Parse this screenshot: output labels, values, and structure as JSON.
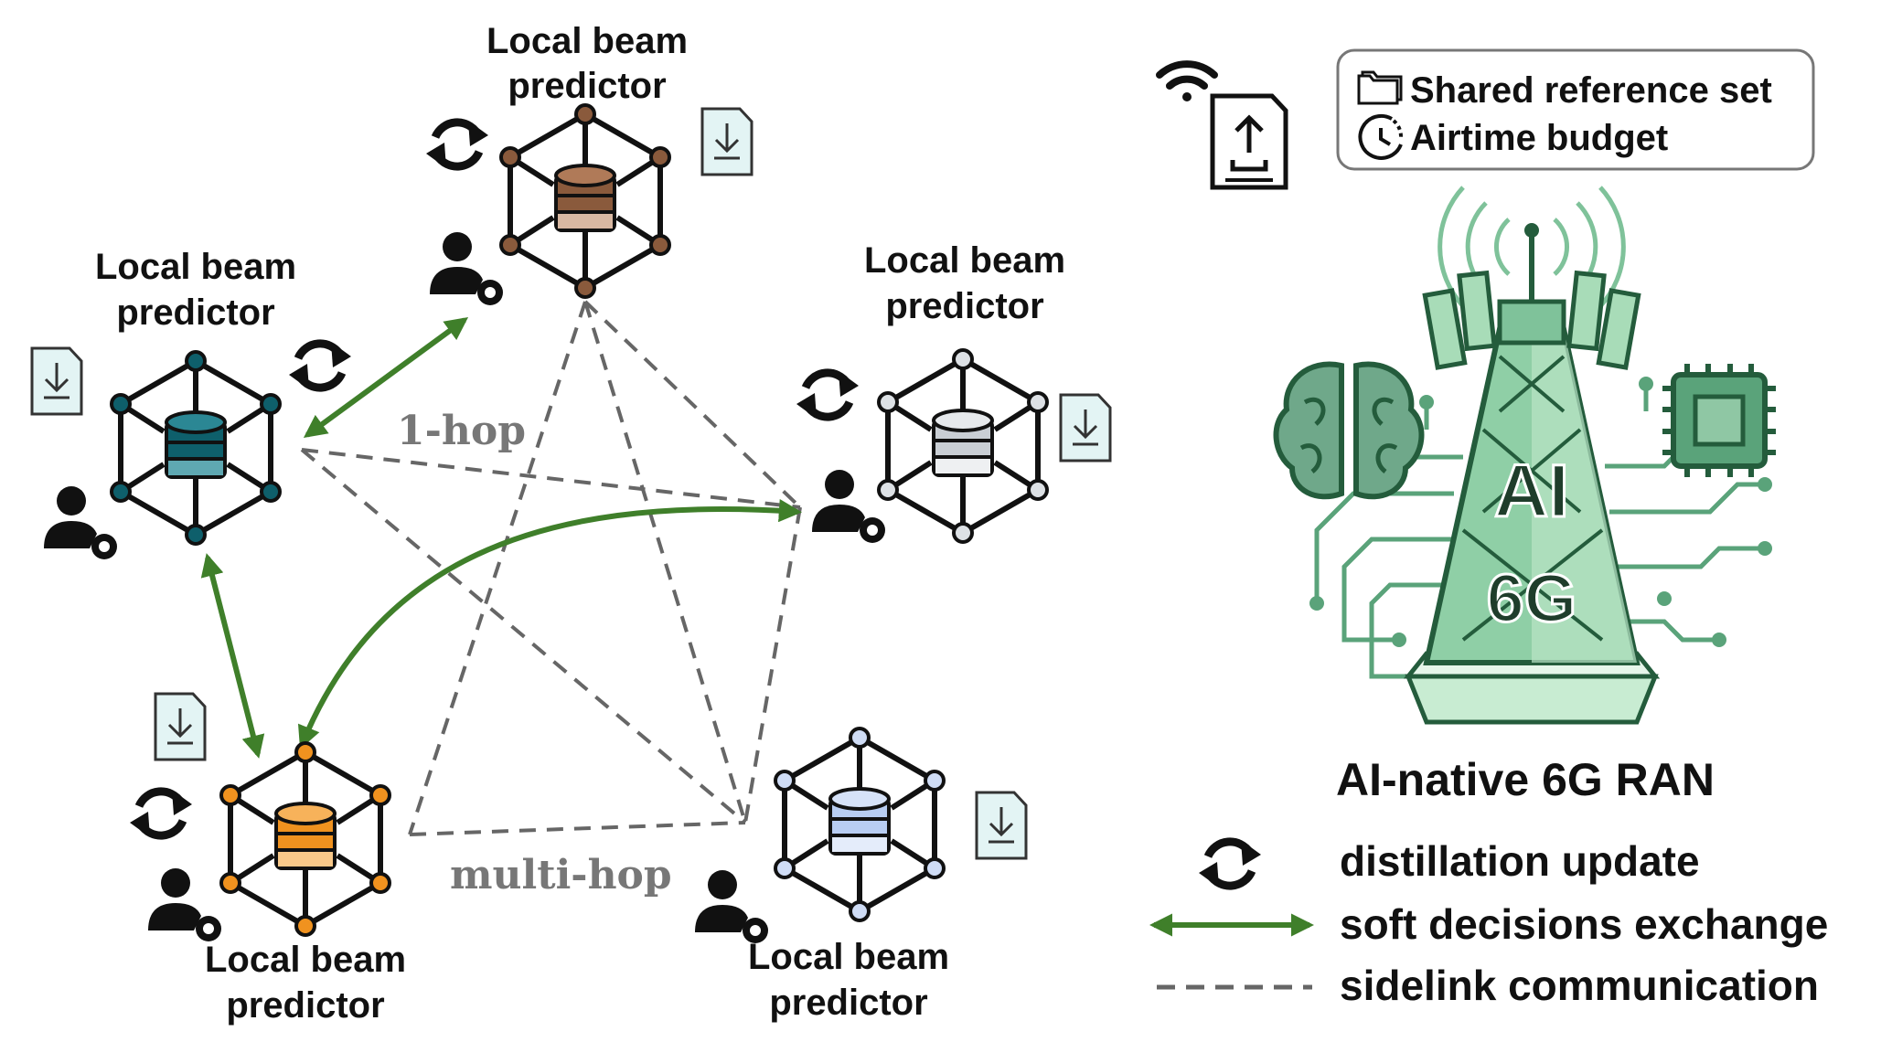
{
  "nodes": [
    {
      "label_line1": "Local beam",
      "label_line2": "predictor",
      "color": "#8a5a3c"
    },
    {
      "label_line1": "Local beam",
      "label_line2": "predictor",
      "color": "#0e5f6b"
    },
    {
      "label_line1": "Local beam",
      "label_line2": "predictor",
      "color": "#c9ced4"
    },
    {
      "label_line1": "Local beam",
      "label_line2": "predictor",
      "color": "#f0921f"
    },
    {
      "label_line1": "Local beam",
      "label_line2": "predictor",
      "color": "#b8cdf2"
    }
  ],
  "edge_labels": {
    "one_hop": "1-hop",
    "multi_hop": "multi-hop"
  },
  "info_box": {
    "line1": "Shared reference set",
    "line2": "Airtime budget"
  },
  "ran": {
    "title": "AI-native 6G RAN",
    "tower_text1": "AI",
    "tower_text2": "6G"
  },
  "legend": {
    "distillation": "distillation update",
    "soft": "soft decisions exchange",
    "sidelink": "sidelink communication"
  },
  "colors": {
    "soft_arrow": "#3f7f2a",
    "sidelink": "#666666",
    "circuit": "#5aa37a"
  },
  "icons": [
    "refresh-icon",
    "download-document-icon",
    "user-gear-icon",
    "wifi-icon",
    "upload-document-icon",
    "folders-icon",
    "clock-icon",
    "brain-icon",
    "chip-icon",
    "antenna-tower-icon"
  ]
}
